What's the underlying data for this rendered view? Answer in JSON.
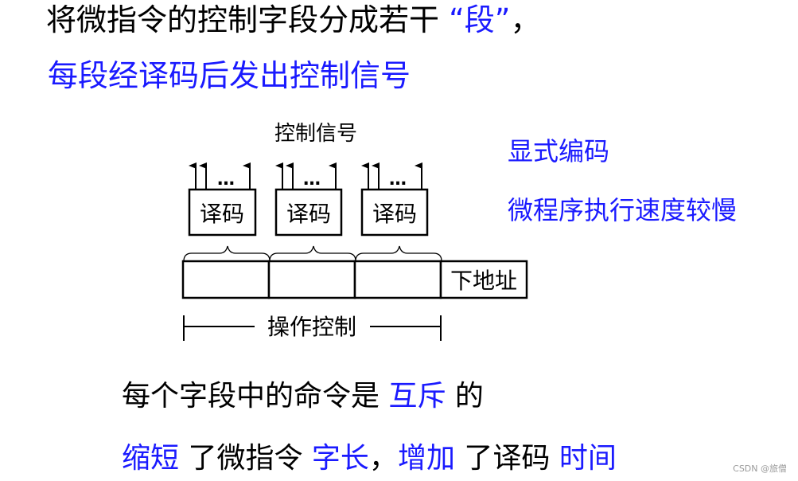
{
  "heading": {
    "line1_prefix": "将微指令的控制字段分成若干 ",
    "line1_highlight": "“段”",
    "line1_suffix": "，",
    "line2": "每段经译码后发出控制信号"
  },
  "diagram": {
    "control_signal_label": "控制信号",
    "dots": "…",
    "decoder_label": "译码",
    "next_address_label": "下地址",
    "operation_control_label": "操作控制"
  },
  "side_notes": {
    "note1": "显式编码",
    "note2": "微程序执行速度较慢"
  },
  "bottom": {
    "line1_prefix": "每个字段中的命令是 ",
    "line1_highlight": "互斥",
    "line1_suffix": " 的",
    "line2_part1": "缩短",
    "line2_part2": " 了微指令 ",
    "line2_part3": "字长",
    "line2_part4": "，",
    "line2_part5": "增加",
    "line2_part6": " 了译码 ",
    "line2_part7": "时间"
  },
  "watermark": "CSDN @旅僧",
  "colors": {
    "blue": "#1a1aff",
    "black": "#000000"
  }
}
